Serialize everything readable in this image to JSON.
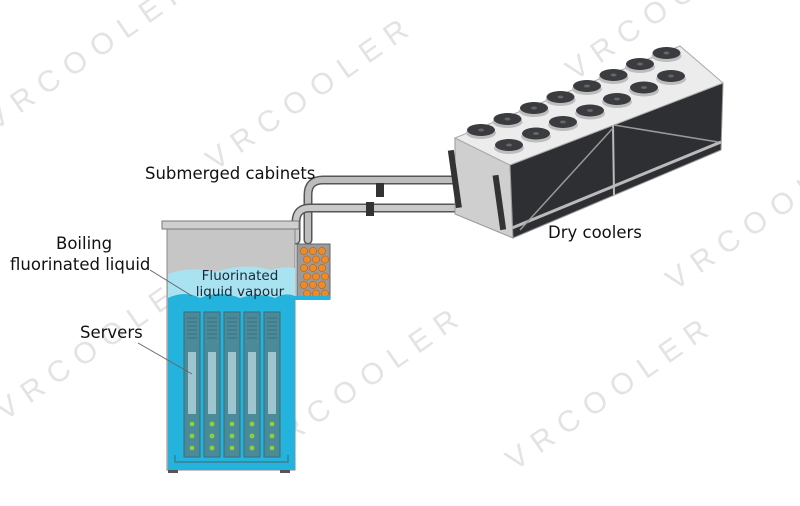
{
  "labels": {
    "submerged_cabinets": "Submerged cabinets",
    "boiling_line1": "Boiling",
    "boiling_line2": "fluorinated liquid",
    "servers": "Servers",
    "dry_coolers": "Dry coolers",
    "vapour_line1": "Fluorinated",
    "vapour_line2": "liquid vapour"
  },
  "watermark": "VRCOOLER",
  "colors": {
    "liquid": "#23b3dc",
    "vapour": "#a9e2f1",
    "tank_gray": "#c6c6c6",
    "server": "#4b8a99",
    "led": "#8bd13a",
    "coil_dot": "#f08a24"
  }
}
